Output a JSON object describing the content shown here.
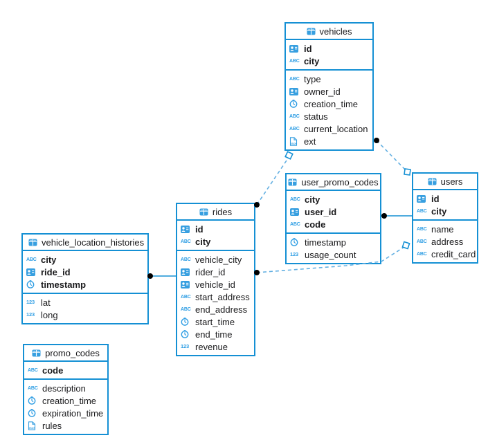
{
  "diagram": {
    "colors": {
      "accent": "#1590d4",
      "dashed_line": "#64b0e2",
      "icon_blue": "#2f9ee4",
      "endpoint_dot": "#000000",
      "background": "#ffffff",
      "text": "#1a1a1c"
    },
    "icons": {
      "string_glyph": "ABC",
      "number_glyph": "123",
      "json_glyph": "JSON"
    },
    "tables": [
      {
        "title": "vehicles",
        "keys": [
          {
            "icon": "uuid-icon",
            "label": "id"
          },
          {
            "icon": "string-icon",
            "label": "city"
          }
        ],
        "fields": [
          {
            "icon": "string-icon",
            "label": "type"
          },
          {
            "icon": "uuid-icon",
            "label": "owner_id"
          },
          {
            "icon": "timestamp-icon",
            "label": "creation_time"
          },
          {
            "icon": "string-icon",
            "label": "status"
          },
          {
            "icon": "string-icon",
            "label": "current_location"
          },
          {
            "icon": "json-icon",
            "label": "ext"
          }
        ]
      },
      {
        "title": "user_promo_codes",
        "keys": [
          {
            "icon": "string-icon",
            "label": "city"
          },
          {
            "icon": "uuid-icon",
            "label": "user_id"
          },
          {
            "icon": "string-icon",
            "label": "code"
          }
        ],
        "fields": [
          {
            "icon": "timestamp-icon",
            "label": "timestamp"
          },
          {
            "icon": "number-icon",
            "label": "usage_count"
          }
        ]
      },
      {
        "title": "users",
        "keys": [
          {
            "icon": "uuid-icon",
            "label": "id"
          },
          {
            "icon": "string-icon",
            "label": "city"
          }
        ],
        "fields": [
          {
            "icon": "string-icon",
            "label": "name"
          },
          {
            "icon": "string-icon",
            "label": "address"
          },
          {
            "icon": "string-icon",
            "label": "credit_card"
          }
        ]
      },
      {
        "title": "rides",
        "keys": [
          {
            "icon": "uuid-icon",
            "label": "id"
          },
          {
            "icon": "string-icon",
            "label": "city"
          }
        ],
        "fields": [
          {
            "icon": "string-icon",
            "label": "vehicle_city"
          },
          {
            "icon": "uuid-icon",
            "label": "rider_id"
          },
          {
            "icon": "uuid-icon",
            "label": "vehicle_id"
          },
          {
            "icon": "string-icon",
            "label": "start_address"
          },
          {
            "icon": "string-icon",
            "label": "end_address"
          },
          {
            "icon": "timestamp-icon",
            "label": "start_time"
          },
          {
            "icon": "timestamp-icon",
            "label": "end_time"
          },
          {
            "icon": "number-icon",
            "label": "revenue"
          }
        ]
      },
      {
        "title": "vehicle_location_histories",
        "keys": [
          {
            "icon": "string-icon",
            "label": "city"
          },
          {
            "icon": "uuid-icon",
            "label": "ride_id"
          },
          {
            "icon": "timestamp-icon",
            "label": "timestamp"
          }
        ],
        "fields": [
          {
            "icon": "number-icon",
            "label": "lat"
          },
          {
            "icon": "number-icon",
            "label": "long"
          }
        ]
      },
      {
        "title": "promo_codes",
        "keys": [
          {
            "icon": "string-icon",
            "label": "code"
          }
        ],
        "fields": [
          {
            "icon": "string-icon",
            "label": "description"
          },
          {
            "icon": "timestamp-icon",
            "label": "creation_time"
          },
          {
            "icon": "timestamp-icon",
            "label": "expiration_time"
          },
          {
            "icon": "json-icon",
            "label": "rules"
          }
        ]
      }
    ],
    "connections": [
      {
        "from": "rides",
        "to": "vehicles",
        "style": "dashed"
      },
      {
        "from": "vehicles",
        "to": "users",
        "style": "dashed"
      },
      {
        "from": "user_promo_codes",
        "to": "users",
        "style": "solid"
      },
      {
        "from": "rides",
        "to": "users",
        "style": "dashed"
      },
      {
        "from": "vehicle_location_histories",
        "to": "rides",
        "style": "solid"
      }
    ]
  }
}
